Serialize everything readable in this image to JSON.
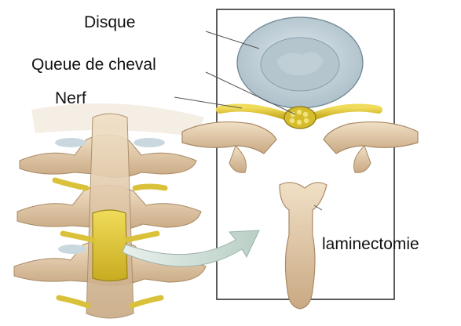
{
  "labels": {
    "disque": "Disque",
    "queue_de_cheval": "Queue de cheval",
    "nerf": "Nerf",
    "laminectomie": "laminectomie"
  },
  "colors": {
    "bone": "#e6cfb0",
    "bone_shadow": "#b89a78",
    "nerve": "#e0c93a",
    "disc_outer": "#c5d6df",
    "disc_inner": "#b7c6ce",
    "arrow": "#cfe0da",
    "frame": "#333333"
  }
}
